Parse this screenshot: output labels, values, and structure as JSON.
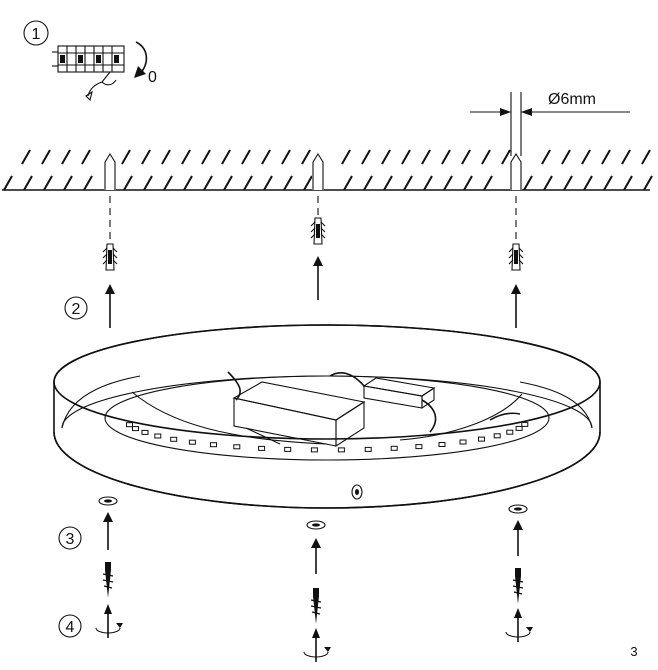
{
  "steps": [
    {
      "number": "1"
    },
    {
      "number": "2"
    },
    {
      "number": "3"
    },
    {
      "number": "4"
    }
  ],
  "switch_position_label": "0",
  "drill_diameter_label": "Ø6mm",
  "page_number": "3",
  "colors": {
    "line": "#111111",
    "background": "#ffffff"
  }
}
